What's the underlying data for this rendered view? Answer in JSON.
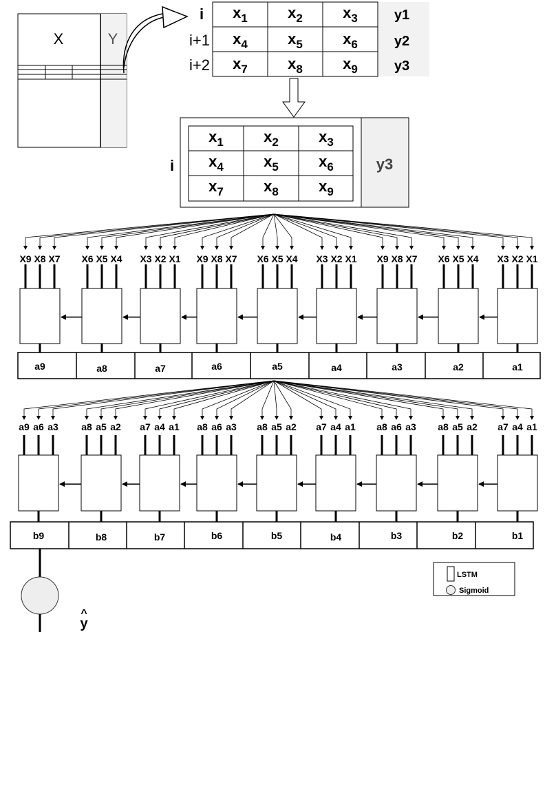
{
  "dataset": {
    "x_label": "X",
    "y_label": "Y"
  },
  "window": {
    "row_labels": [
      "i",
      "i+1",
      "i+2"
    ],
    "cells": [
      [
        {
          "b": "x",
          "s": "1"
        },
        {
          "b": "x",
          "s": "2"
        },
        {
          "b": "x",
          "s": "3"
        }
      ],
      [
        {
          "b": "x",
          "s": "4"
        },
        {
          "b": "x",
          "s": "5"
        },
        {
          "b": "x",
          "s": "6"
        }
      ],
      [
        {
          "b": "x",
          "s": "7"
        },
        {
          "b": "x",
          "s": "8"
        },
        {
          "b": "x",
          "s": "9"
        }
      ]
    ],
    "targets": [
      "y1",
      "y2",
      "y3"
    ]
  },
  "reshaped": {
    "row_label": "i",
    "cells": [
      [
        {
          "b": "x",
          "s": "1"
        },
        {
          "b": "x",
          "s": "2"
        },
        {
          "b": "x",
          "s": "3"
        }
      ],
      [
        {
          "b": "x",
          "s": "4"
        },
        {
          "b": "x",
          "s": "5"
        },
        {
          "b": "x",
          "s": "6"
        }
      ],
      [
        {
          "b": "x",
          "s": "7"
        },
        {
          "b": "x",
          "s": "8"
        },
        {
          "b": "x",
          "s": "9"
        }
      ]
    ],
    "target": "y3"
  },
  "layer1": {
    "unit_inputs": [
      [
        "X9",
        "X8",
        "X7"
      ],
      [
        "X6",
        "X5",
        "X4"
      ],
      [
        "X3",
        "X2",
        "X1"
      ],
      [
        "X9",
        "X8",
        "X7"
      ],
      [
        "X6",
        "X5",
        "X4"
      ],
      [
        "X3",
        "X2",
        "X1"
      ],
      [
        "X9",
        "X8",
        "X7"
      ],
      [
        "X6",
        "X5",
        "X4"
      ],
      [
        "X3",
        "X2",
        "X1"
      ]
    ],
    "outputs": [
      "a9",
      "a8",
      "a7",
      "a6",
      "a5",
      "a4",
      "a3",
      "a2",
      "a1"
    ]
  },
  "layer2": {
    "unit_inputs": [
      [
        "a9",
        "a6",
        "a3"
      ],
      [
        "a8",
        "a5",
        "a2"
      ],
      [
        "a7",
        "a4",
        "a1"
      ],
      [
        "a8",
        "a6",
        "a3"
      ],
      [
        "a8",
        "a5",
        "a2"
      ],
      [
        "a7",
        "a4",
        "a1"
      ],
      [
        "a8",
        "a6",
        "a3"
      ],
      [
        "a8",
        "a5",
        "a2"
      ],
      [
        "a7",
        "a4",
        "a1"
      ]
    ],
    "outputs": [
      "b9",
      "b8",
      "b7",
      "b6",
      "b5",
      "b4",
      "b3",
      "b2",
      "b1"
    ]
  },
  "output": {
    "label_base": "y",
    "label_accent": "^"
  },
  "legend": {
    "lstm": "LSTM",
    "sigmoid": "Sigmoid"
  }
}
